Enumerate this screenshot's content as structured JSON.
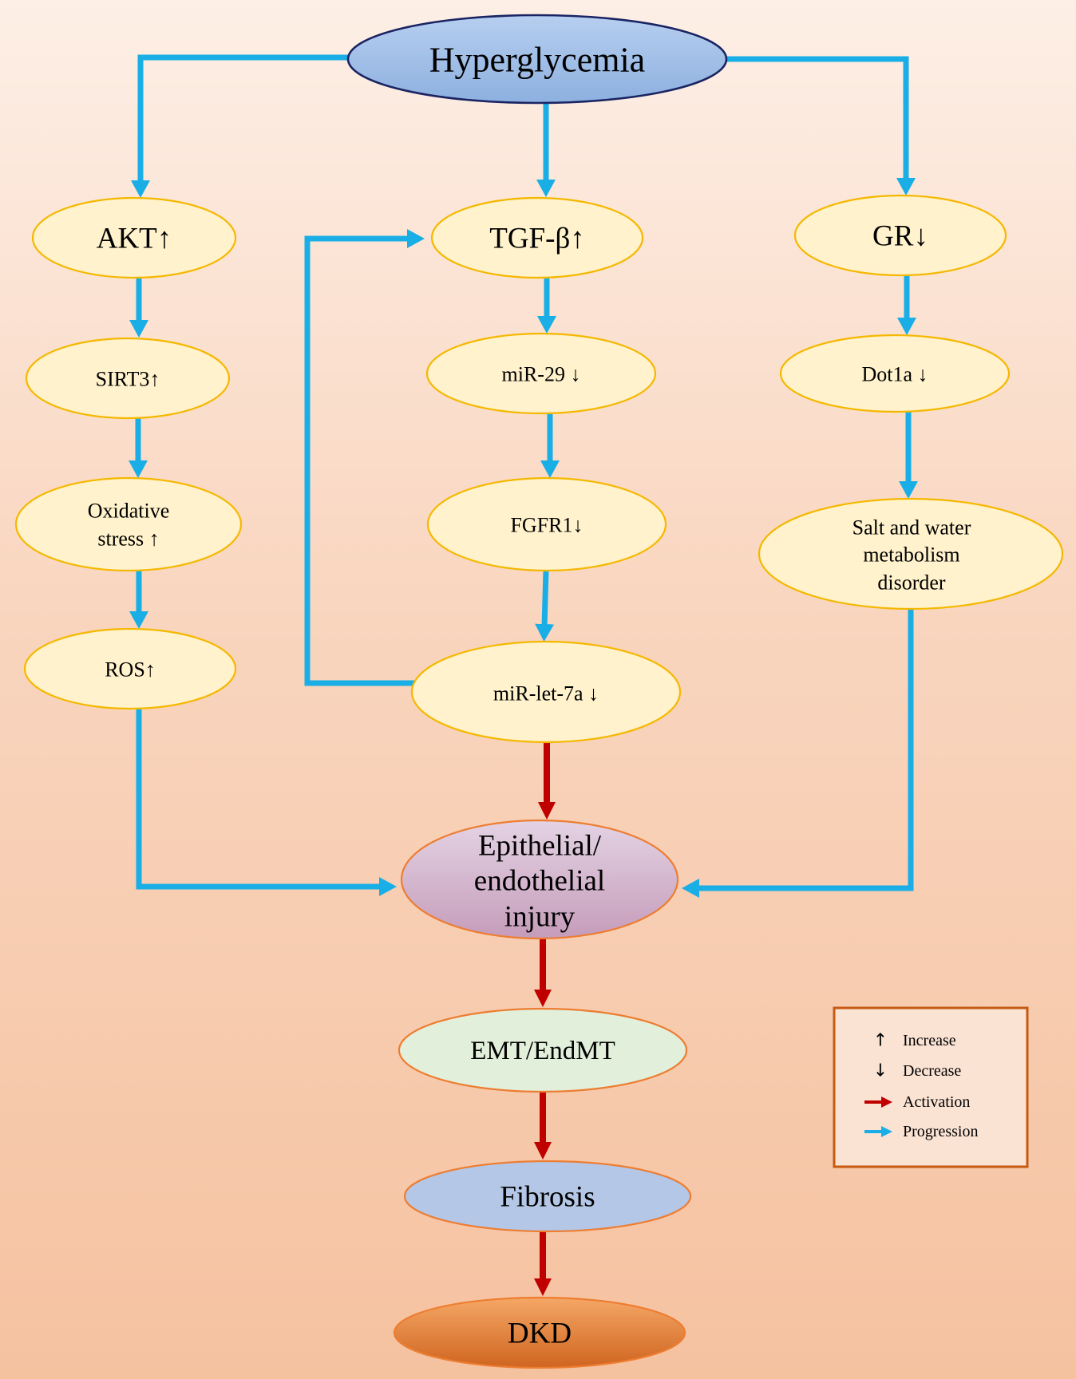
{
  "nodes": {
    "hyperglycemia": {
      "label": "Hyperglycemia"
    },
    "akt": {
      "label": "AKT↑"
    },
    "tgfb": {
      "label": "TGF-β↑"
    },
    "gr": {
      "label": "GR↓"
    },
    "sirt3": {
      "label": "SIRT3↑"
    },
    "mir29": {
      "label": "miR-29 ↓"
    },
    "dot1a": {
      "label": "Dot1a ↓"
    },
    "oxidative_stress": {
      "lines": [
        "Oxidative",
        "stress ↑"
      ]
    },
    "fgfr1": {
      "label": "FGFR1↓"
    },
    "salt_water": {
      "lines": [
        "Salt and water",
        "metabolism",
        "disorder"
      ]
    },
    "ros": {
      "label": "ROS↑"
    },
    "mir_let7a": {
      "label": "miR-let-7a ↓"
    },
    "injury": {
      "lines": [
        "Epithelial/",
        "endothelial",
        "injury"
      ]
    },
    "emt": {
      "label": "EMT/EndMT"
    },
    "fibrosis": {
      "label": "Fibrosis"
    },
    "dkd": {
      "label": "DKD"
    }
  },
  "legend": {
    "items": [
      {
        "symbol": "↑",
        "label": "Increase"
      },
      {
        "symbol": "↓",
        "label": "Decrease"
      },
      {
        "icon": "activation-arrow-icon",
        "label": "Activation"
      },
      {
        "icon": "progression-arrow-icon",
        "label": "Progression"
      }
    ]
  },
  "colors": {
    "progression_arrow": "#1aaee6",
    "activation_arrow": "#c00000",
    "node_fill_yellow": "#fff2cc",
    "node_border_gold": "#f5b800",
    "node_border_orange": "#ed7d31",
    "legend_border": "#c55a11"
  }
}
